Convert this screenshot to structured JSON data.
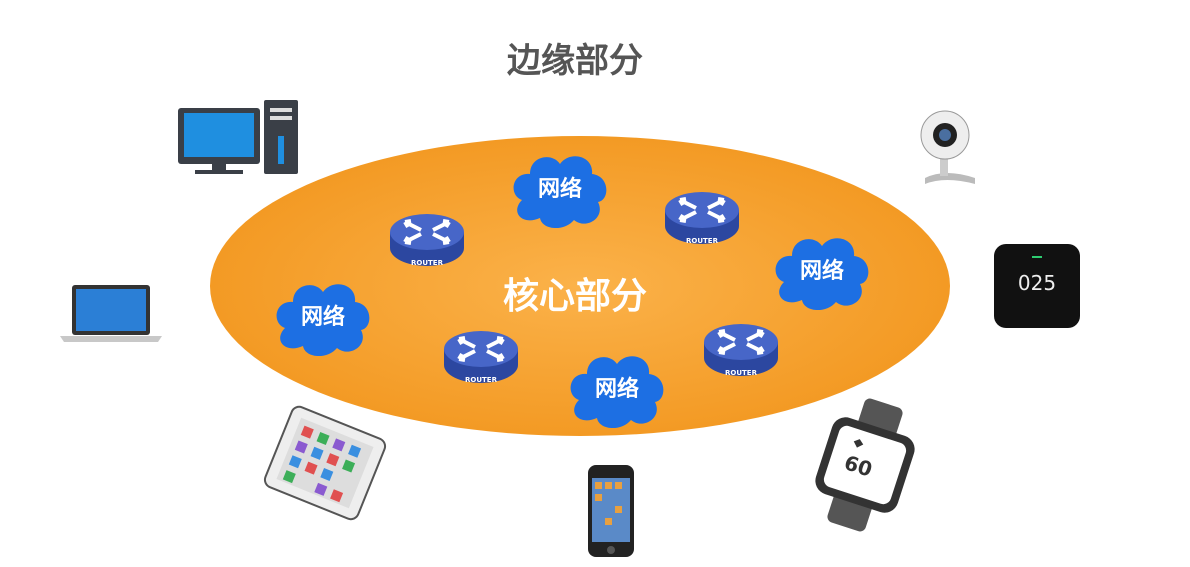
{
  "title": "边缘部分",
  "core_label": "核心部分",
  "network_label": "网络",
  "router_label": "ROUTER",
  "colors": {
    "core": "#f7a234",
    "cloud": "#1d6fe3",
    "router": "#3f5fc0",
    "title": "#555555"
  },
  "clouds": [
    {
      "name": "cloud-top"
    },
    {
      "name": "cloud-right"
    },
    {
      "name": "cloud-left"
    },
    {
      "name": "cloud-bottom"
    }
  ],
  "routers": [
    {
      "name": "router-top-left"
    },
    {
      "name": "router-top-right"
    },
    {
      "name": "router-bottom-left"
    },
    {
      "name": "router-bottom-right"
    }
  ],
  "devices": {
    "desktop": "desktop-computer-icon",
    "laptop": "laptop-icon",
    "tablet": "tablet-icon",
    "phone": "smartphone-icon",
    "watch": {
      "icon": "smartwatch-icon",
      "display": "60"
    },
    "monitor": {
      "icon": "air-monitor-icon",
      "display": "025"
    },
    "webcam": "webcam-icon"
  }
}
